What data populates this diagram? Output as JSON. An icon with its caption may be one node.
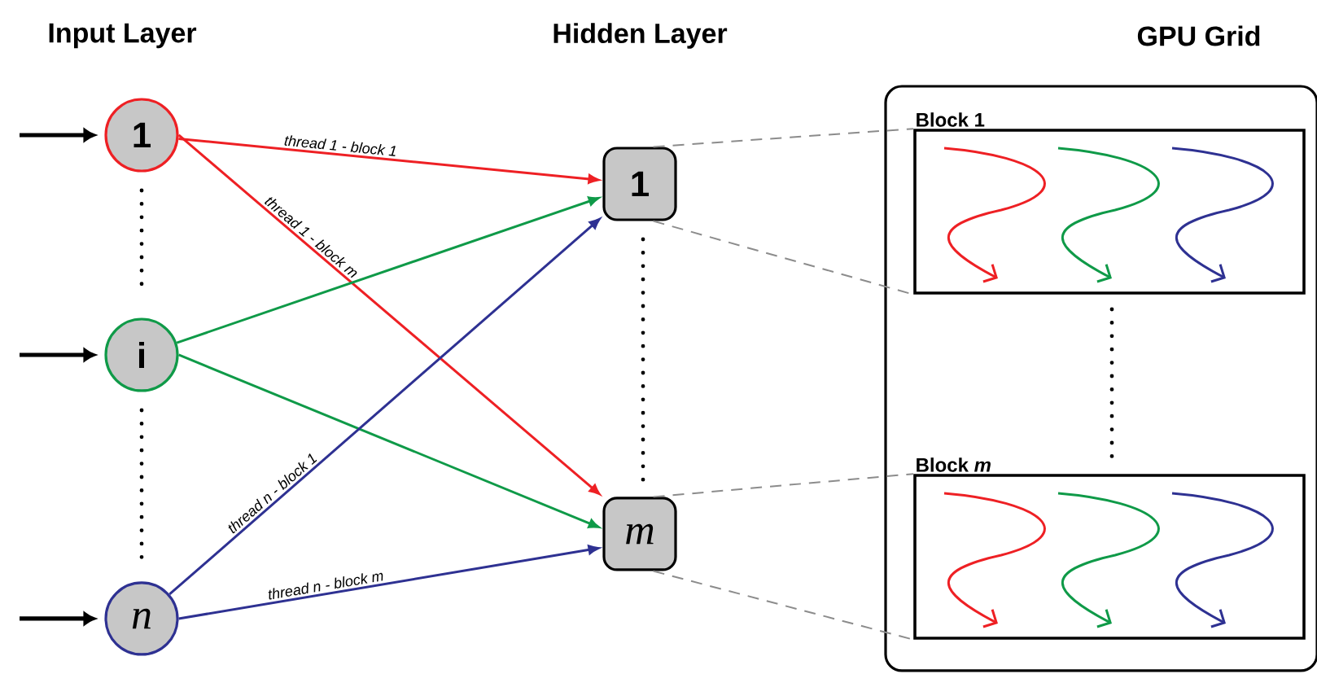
{
  "diagram": {
    "nodes": [
      {
        "text": [
          "1"
        ]
      },
      {
        "text": [
          "i"
        ]
      },
      {
        "text": [
          "n"
        ]
      },
      {
        "text": [
          "1"
        ]
      },
      {
        "text": [
          "m"
        ]
      },
      {
        "text": [
          "GPU Grid"
        ]
      },
      {
        "text": [
          "Block 1"
        ],
        "in": 5
      },
      {
        "text": [
          "Block *m*"
        ],
        "in": 5
      }
    ],
    "edges": [
      {
        "from": null,
        "to": 0,
        "arrow": "to",
        "color": "#000000"
      },
      {
        "from": null,
        "to": 1,
        "arrow": "to",
        "color": "#000000"
      },
      {
        "from": null,
        "to": 2,
        "arrow": "to",
        "color": "#000000"
      },
      {
        "from": 0,
        "to": 3,
        "arrow": "to",
        "label": "thread 1 - block 1",
        "color": "#ee2024"
      },
      {
        "from": 0,
        "to": 4,
        "arrow": "to",
        "label": "thread 1 - block m",
        "color": "#ee2024"
      },
      {
        "from": 1,
        "to": 3,
        "arrow": "to",
        "color": "#0f9a48"
      },
      {
        "from": 1,
        "to": 4,
        "arrow": "to",
        "color": "#0f9a48"
      },
      {
        "from": 2,
        "to": 3,
        "arrow": "to",
        "label": "thread n - block 1",
        "color": "#2e3192"
      },
      {
        "from": 2,
        "to": 4,
        "arrow": "to",
        "label": "thread n - block m",
        "color": "#2e3192"
      },
      {
        "from": 3,
        "to": 6,
        "arrow": "none",
        "style": "dashed",
        "color": "#8c8c8c"
      },
      {
        "from": 3,
        "to": 6,
        "arrow": "none",
        "style": "dashed",
        "color": "#8c8c8c"
      },
      {
        "from": 4,
        "to": 7,
        "arrow": "none",
        "style": "dashed",
        "color": "#8c8c8c"
      },
      {
        "from": 4,
        "to": 7,
        "arrow": "none",
        "style": "dashed",
        "color": "#8c8c8c"
      }
    ],
    "labels": [
      "Input Layer",
      "Hidden Layer"
    ]
  }
}
